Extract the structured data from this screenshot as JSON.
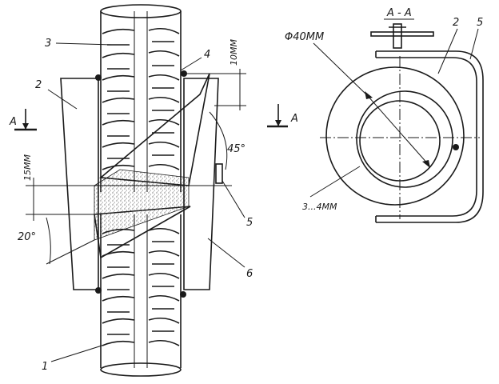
{
  "left_view": {
    "labels": {
      "item_1": "1",
      "item_2": "2",
      "item_3": "3",
      "item_4": "4",
      "item_5": "5",
      "item_6": "6"
    },
    "dimensions": {
      "top_gap": "10MM",
      "fill_height": "15MM",
      "bevel_angle": "45°",
      "taper_angle": "20°"
    },
    "section_marks": {
      "left": "A",
      "right": "A"
    }
  },
  "right_view": {
    "title": "A - A",
    "labels": {
      "item_2": "2",
      "item_5": "5"
    },
    "dimensions": {
      "outer_diameter": "Φ40MM",
      "gap": "3...4MM"
    }
  }
}
